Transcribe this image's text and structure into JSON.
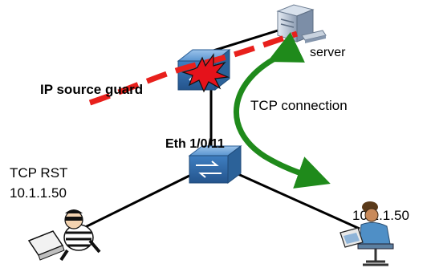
{
  "labels": {
    "server": "server",
    "ip_source_guard": "IP source guard",
    "tcp_connection": "TCP connection",
    "interface": "Eth 1/0/11",
    "tcp_rst": "TCP RST",
    "attacker_ip": "10.1.1.50",
    "victim_ip": "10.1.1.50"
  },
  "colors": {
    "attack_line": "#e8201c",
    "connection_arrow": "#1f8a1b",
    "link_line": "#000000",
    "switch_body": "#3a76b8",
    "blocked_burst": "#e5121b"
  }
}
